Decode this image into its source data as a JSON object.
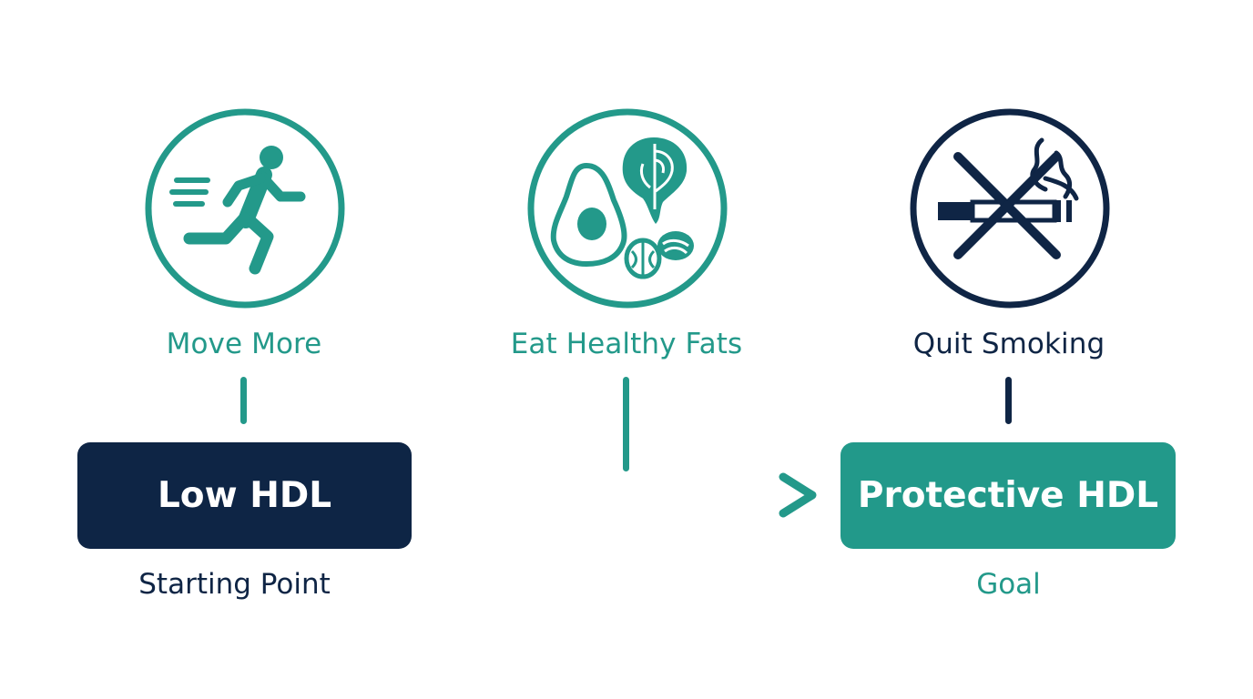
{
  "colors": {
    "teal": "#23998a",
    "navy": "#0f2545",
    "start_box": "#0e2545",
    "goal_box": "#22998a"
  },
  "steps": [
    {
      "label": "Move More",
      "icon": "running-person-icon",
      "color": "teal"
    },
    {
      "label": "Eat Healthy Fats",
      "icon": "healthy-fats-icon",
      "color": "teal"
    },
    {
      "label": "Quit Smoking",
      "icon": "no-smoking-icon",
      "color": "navy"
    }
  ],
  "start": {
    "label": "Low HDL",
    "caption": "Starting Point"
  },
  "goal": {
    "label": "Protective HDL",
    "caption": "Goal"
  }
}
